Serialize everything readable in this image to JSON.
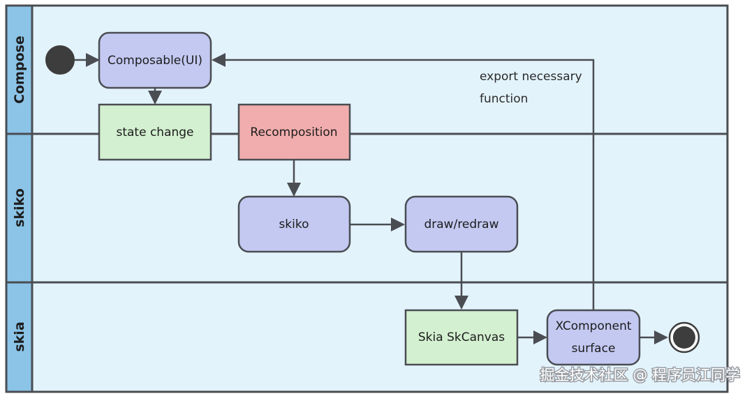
{
  "lanes": [
    {
      "id": "compose",
      "label": "Compose"
    },
    {
      "id": "skiko",
      "label": "skiko"
    },
    {
      "id": "skia",
      "label": "skia"
    }
  ],
  "nodes": {
    "composable": "Composable(UI)",
    "state_change": "state change",
    "recomposition": "Recomposition",
    "skiko": "skiko",
    "draw_redraw": "draw/redraw",
    "skia_skcanvas": "Skia SkCanvas",
    "xcomponent_line1": "XComponent",
    "xcomponent_line2": "surface"
  },
  "annotation": {
    "line1": "export necessary",
    "line2": "function"
  },
  "watermark": "掘金技术社区 @ 程序员江同学",
  "colors": {
    "lane_fill": "#e3f3fc",
    "lane_header": "#8cc4e8",
    "border": "#4a4d52",
    "action_fill": "#c3c9f1",
    "state_fill": "#d3f0d0",
    "highlight_fill": "#f1adad"
  }
}
